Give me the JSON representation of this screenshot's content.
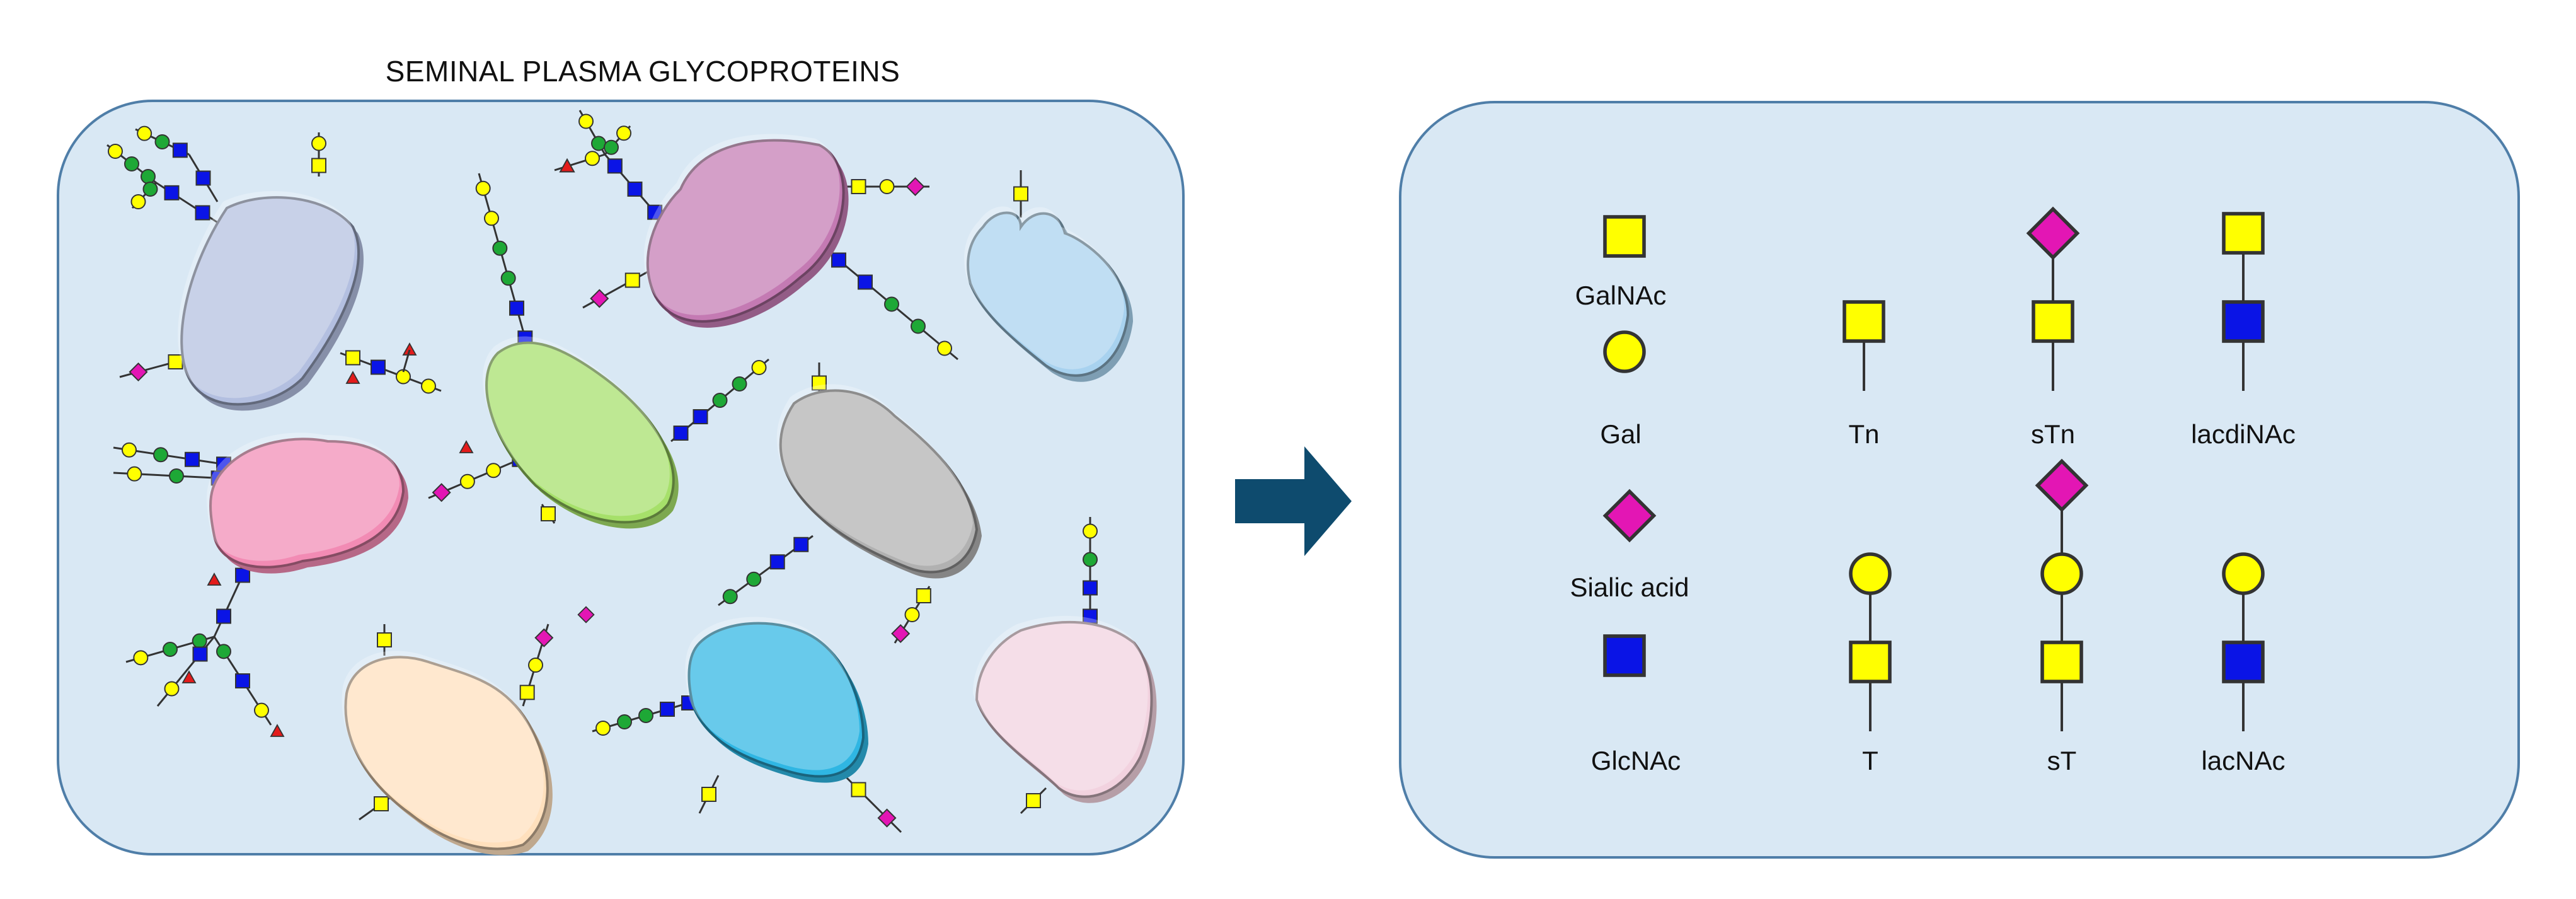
{
  "title": "SEMINAL PLASMA GLYCOPROTEINS",
  "colors": {
    "panel_fill": "#d9e8f4",
    "panel_stroke": "#4f7ea8",
    "arrow": "#0e4b6e",
    "galnac": "#ffff00",
    "gal": "#ffff00",
    "sialic": "#e316b4",
    "glcnac": "#0a14e6",
    "linkage": "#e31b1b",
    "glc_green": "#1ea836"
  },
  "proteins": [
    {
      "name": "lavender",
      "color": "#b3bfe0"
    },
    {
      "name": "magenta",
      "color": "#c47ab3"
    },
    {
      "name": "light-blue",
      "color": "#a8d2ef"
    },
    {
      "name": "green",
      "color": "#a6e06a"
    },
    {
      "name": "pink",
      "color": "#f28bb4"
    },
    {
      "name": "grey",
      "color": "#b1b1b1"
    },
    {
      "name": "peach",
      "color": "#ffe0bd"
    },
    {
      "name": "cyan",
      "color": "#2fb6e3"
    },
    {
      "name": "pale-pink",
      "color": "#f2d2df"
    }
  ],
  "legend": {
    "monosaccharides": [
      {
        "key": "galnac",
        "label": "GalNAc",
        "shape": "square",
        "color": "#ffff00"
      },
      {
        "key": "gal",
        "label": "Gal",
        "shape": "circle",
        "color": "#ffff00"
      },
      {
        "key": "sialic",
        "label": "Sialic acid",
        "shape": "diamond",
        "color": "#e316b4"
      },
      {
        "key": "glcnac",
        "label": "GlcNAc",
        "shape": "square",
        "color": "#0a14e6"
      }
    ],
    "structures": [
      {
        "key": "tn",
        "label": "Tn",
        "units": [
          "galnac"
        ]
      },
      {
        "key": "stn",
        "label": "sTn",
        "units": [
          "galnac",
          "sialic"
        ]
      },
      {
        "key": "lacdinac",
        "label": "lacdiNAc",
        "units": [
          "glcnac",
          "galnac"
        ]
      },
      {
        "key": "t",
        "label": "T",
        "units": [
          "galnac",
          "gal"
        ]
      },
      {
        "key": "st",
        "label": "sT",
        "units": [
          "galnac",
          "gal",
          "sialic"
        ]
      },
      {
        "key": "lacnac",
        "label": "lacNAc",
        "units": [
          "glcnac",
          "gal"
        ]
      }
    ]
  }
}
